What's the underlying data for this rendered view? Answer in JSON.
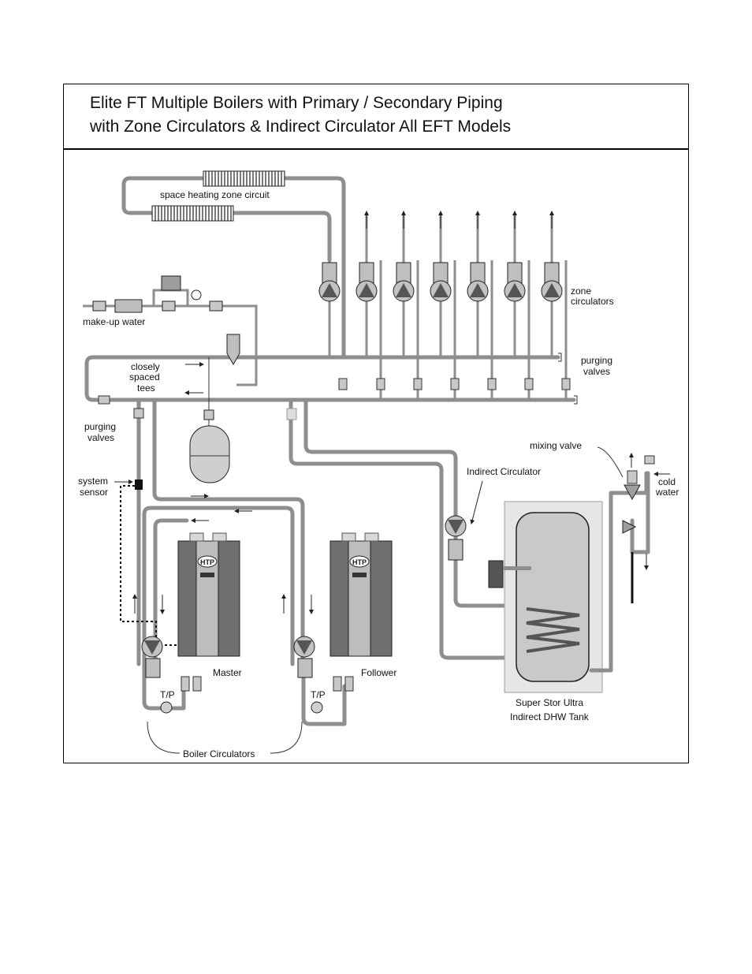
{
  "title": {
    "line1": "Elite FT Multiple Boilers with Primary / Secondary Piping",
    "line2": "with Zone Circulators & Indirect Circulator  All EFT Models"
  },
  "labels": {
    "space_heating": "space heating zone circuit",
    "zone_circulators_1": "zone",
    "zone_circulators_2": "circulators",
    "purging_valves_right_1": "purging",
    "purging_valves_right_2": "valves",
    "makeup_water": "make-up water",
    "closely_1": "closely",
    "closely_2": "spaced",
    "closely_3": "tees",
    "purging_valves_left_1": "purging",
    "purging_valves_left_2": "valves",
    "system_sensor_1": "system",
    "system_sensor_2": "sensor",
    "indirect_circulator": "Indirect Circulator",
    "mixing_valve": "mixing valve",
    "cold_water_1": "cold",
    "cold_water_2": "water",
    "master": "Master",
    "follower": "Follower",
    "tp_left": "T/P",
    "tp_right": "T/P",
    "boiler_circulators": "Boiler Circulators",
    "tank_1": "Super Stor Ultra",
    "tank_2": "Indirect DHW Tank",
    "htp_badge": "HTP"
  },
  "colors": {
    "pipe": "#8e8e8e",
    "boiler_body": "#6f6f6f",
    "boiler_panel": "#bdbdbd",
    "tank_outer": "#e6e6e6",
    "tank_inner": "#c9c9c9"
  }
}
